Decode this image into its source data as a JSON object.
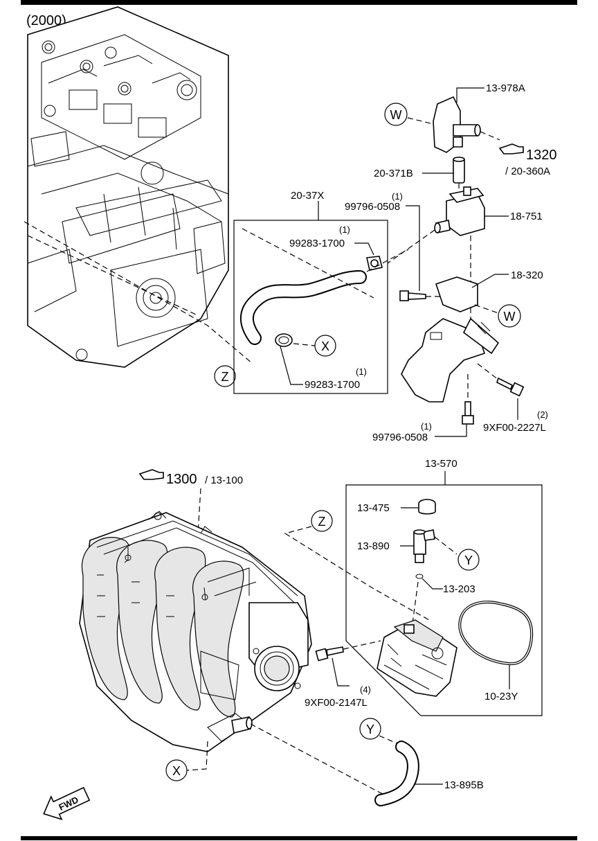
{
  "header": {
    "engine_label": "(2000)"
  },
  "callouts": {
    "w": "W",
    "x": "X",
    "y": "Y",
    "z": "Z"
  },
  "references": [
    {
      "number": "1320",
      "sub": "/ 20-360A"
    },
    {
      "number": "1300",
      "sub": "/ 13-100"
    }
  ],
  "parts": {
    "p13_978A": "13-978A",
    "p20_371B": "20-371B",
    "p18_751": "18-751",
    "p18_320": "18-320",
    "p20_37X": "20-37X",
    "p99796_top": {
      "qty": "(1)",
      "num": "99796-0508"
    },
    "p99283_top": {
      "qty": "(1)",
      "num": "99283-1700"
    },
    "p99283_bottom": {
      "qty": "(1)",
      "num": "99283-1700"
    },
    "p99796_bottom": {
      "qty": "(1)",
      "num": "99796-0508"
    },
    "p9XF00_2227L": {
      "qty": "(2)",
      "num": "9XF00-2227L"
    },
    "p13_570": "13-570",
    "p13_475": "13-475",
    "p13_890": "13-890",
    "p13_203": "13-203",
    "p10_23Y": "10-23Y",
    "p9XF00_2147L": {
      "qty": "(4)",
      "num": "9XF00-2147L"
    },
    "p13_895B": "13-895B"
  },
  "fwd_label": "FWD"
}
